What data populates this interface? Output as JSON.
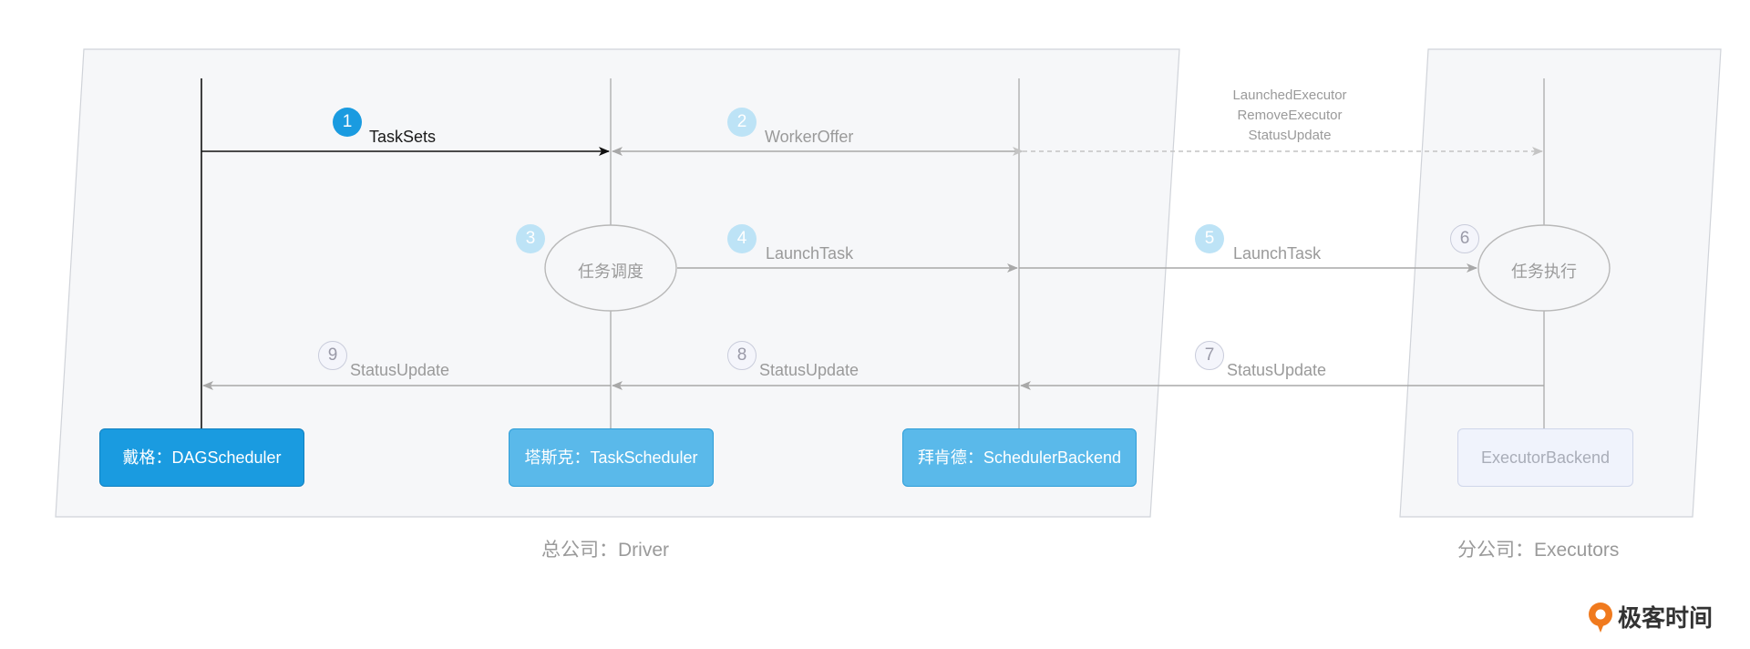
{
  "messages": {
    "tasksets": "TaskSets",
    "worker_offer": "WorkerOffer",
    "executor_events": [
      "LaunchedExecutor",
      "RemoveExecutor",
      "StatusUpdate"
    ],
    "launch_task_a": "LaunchTask",
    "launch_task_b": "LaunchTask",
    "status_update_a": "StatusUpdate",
    "status_update_b": "StatusUpdate",
    "status_update_c": "StatusUpdate"
  },
  "steps": [
    "1",
    "2",
    "3",
    "4",
    "5",
    "6",
    "7",
    "8",
    "9"
  ],
  "processes": {
    "scheduling": "任务调度",
    "execution": "任务执行"
  },
  "nodes": {
    "dag_scheduler": "戴格：DAGScheduler",
    "task_scheduler": "塔斯克：TaskScheduler",
    "scheduler_backend": "拜肯德：SchedulerBackend",
    "executor_backend": "ExecutorBackend"
  },
  "regions": {
    "driver": "总公司：Driver",
    "executors": "分公司：Executors"
  },
  "logo": {
    "text": "极客时间"
  },
  "colors": {
    "accent": "#1a9be0",
    "accent_mid": "#5ab9ea",
    "accent_light": "#bde3f6",
    "line_gray": "#a8a8a8",
    "text_gray": "#9a9a9a",
    "logo_orange": "#f07a1e"
  }
}
